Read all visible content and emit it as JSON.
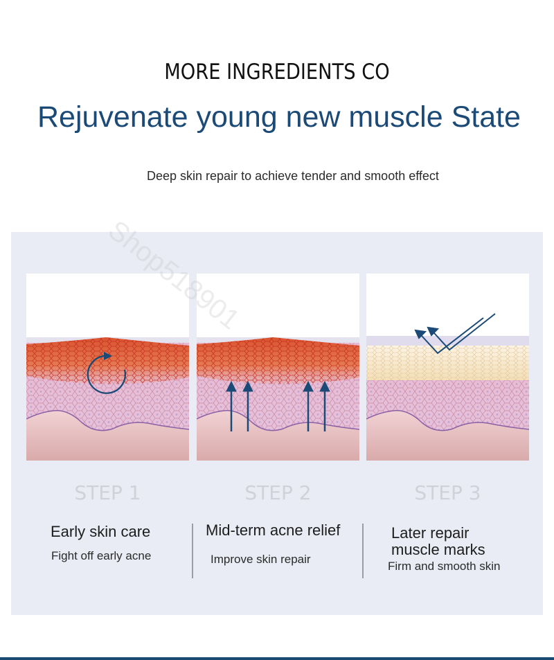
{
  "header": {
    "brand": "MORE INGREDIENTS CO",
    "headline": "Rejuvenate young new muscle State",
    "subline": "Deep skin repair to achieve tender and smooth effect"
  },
  "watermark": "Shop518901",
  "colors": {
    "accent_blue": "#1b4a77",
    "panel_bg": "#e9ecf4",
    "step_label": "#cfd2d8",
    "bottom_line": "#1a4a72"
  },
  "steps": [
    {
      "label": "STEP 1",
      "title": "Early skin care",
      "description": "Fight off early acne",
      "illustration": "inflamed-skin-circular-arrow-icon"
    },
    {
      "label": "STEP 2",
      "title": "Mid-term acne relief",
      "description": "Improve skin repair",
      "illustration": "inflamed-skin-up-arrows-icon"
    },
    {
      "label": "STEP 3",
      "title_line1": "Later repair",
      "title_line2": "muscle marks",
      "description": "Firm and smooth skin",
      "illustration": "smooth-skin-reflect-arrows-icon"
    }
  ]
}
